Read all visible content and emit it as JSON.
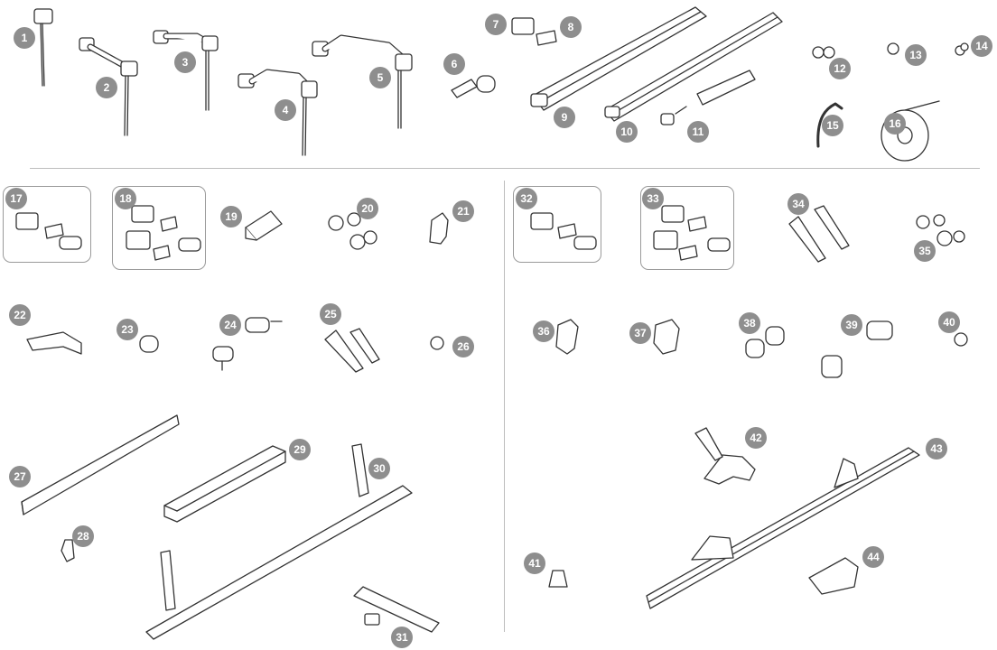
{
  "diagram": {
    "type": "parts-breakdown",
    "badge_color": "#8e8e8e",
    "line_color": "#333333",
    "parts": [
      "1",
      "2",
      "3",
      "4",
      "5",
      "6",
      "7",
      "8",
      "9",
      "10",
      "11",
      "12",
      "13",
      "14",
      "15",
      "16",
      "17",
      "18",
      "19",
      "20",
      "21",
      "22",
      "23",
      "24",
      "25",
      "26",
      "27",
      "28",
      "29",
      "30",
      "31",
      "32",
      "33",
      "34",
      "35",
      "36",
      "37",
      "38",
      "39",
      "40",
      "41",
      "42",
      "43",
      "44"
    ]
  }
}
